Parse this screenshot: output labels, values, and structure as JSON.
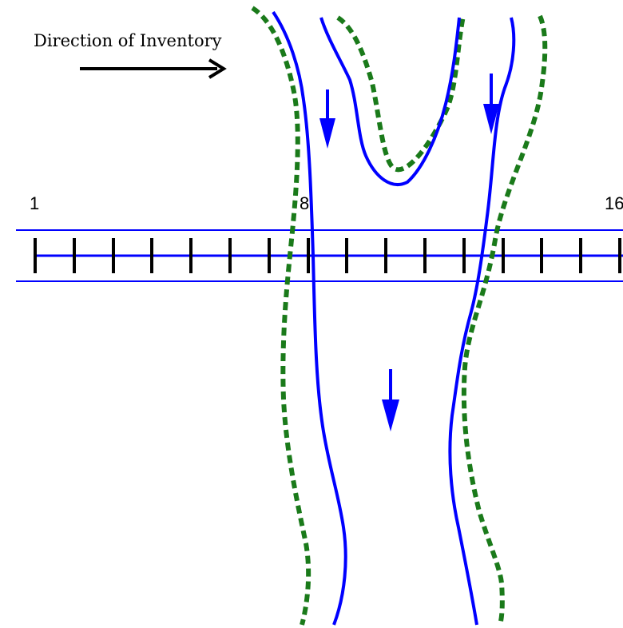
{
  "direction_label": "Direction of Inventory",
  "station_labels": {
    "start": "1",
    "mid": "8",
    "end": "16"
  },
  "tick_count": 16,
  "colors": {
    "background": "#ffffff",
    "line": "#0000ff",
    "dashed": "#1a7a1a",
    "tick": "#000000",
    "arrow": "#000000",
    "flow_arrow": "#0000ff"
  }
}
